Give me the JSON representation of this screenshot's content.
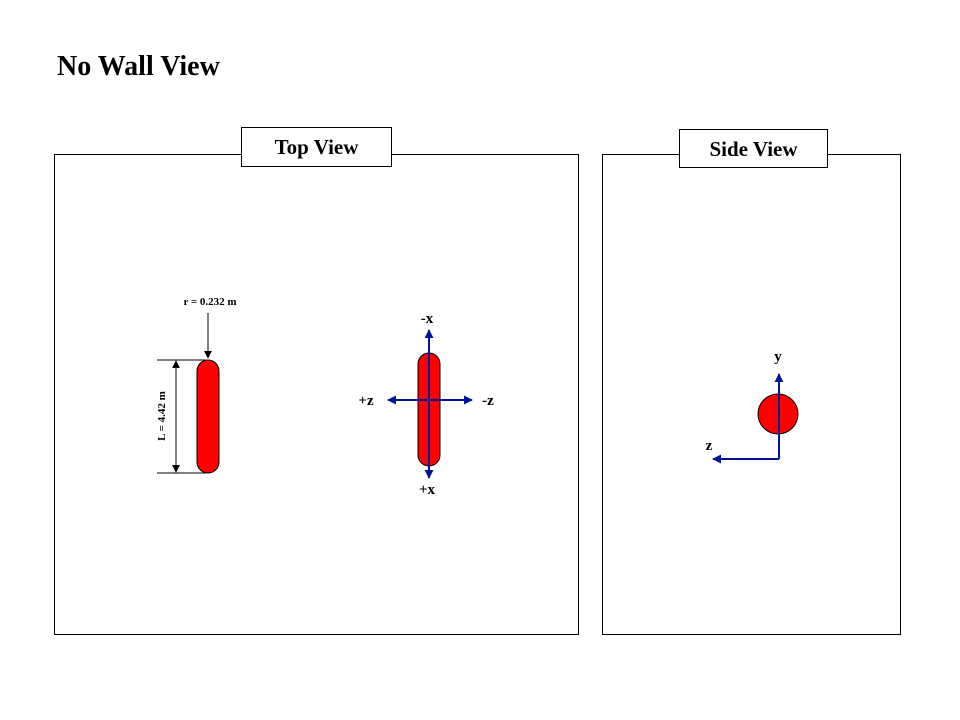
{
  "page": {
    "title": "No Wall View"
  },
  "top_view": {
    "label": "Top View",
    "radius_label": "r = 0.232 m",
    "length_label": "L = 4.42 m",
    "axes": {
      "neg_x": "-x",
      "pos_x": "+x",
      "pos_z": "+z",
      "neg_z": "-z"
    }
  },
  "side_view": {
    "label": "Side View",
    "axes": {
      "y": "y",
      "z": "z"
    }
  },
  "colors": {
    "body_fill": "#ff0000",
    "axis": "#00129a",
    "outline": "#000000"
  }
}
